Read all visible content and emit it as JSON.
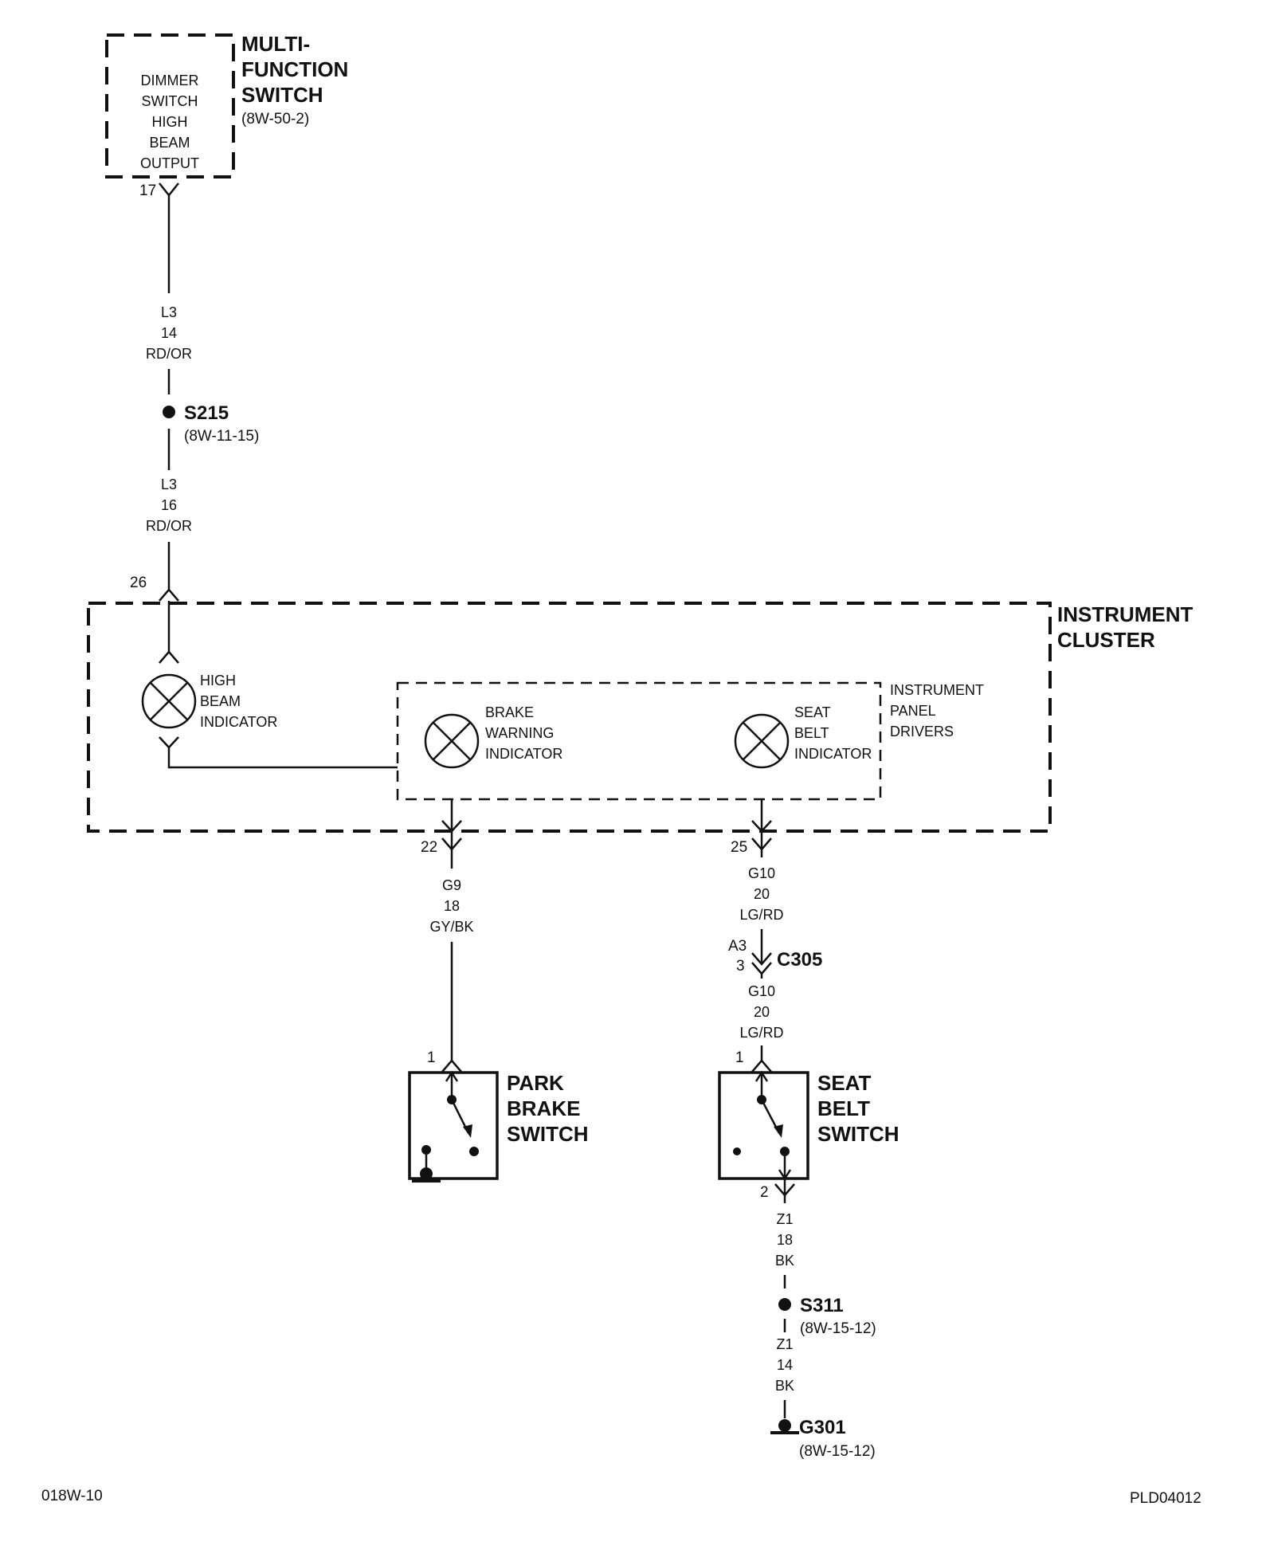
{
  "multi_function_switch": {
    "title_lines": [
      "MULTI-",
      "FUNCTION",
      "SWITCH"
    ],
    "ref": "(8W-50-2)",
    "inner_lines": [
      "DIMMER",
      "SWITCH",
      "HIGH",
      "BEAM",
      "OUTPUT"
    ],
    "pin": "17"
  },
  "wire_l3_upper": {
    "circuit": "L3",
    "gauge": "14",
    "color": "RD/OR"
  },
  "splice_s215": {
    "id": "S215",
    "ref": "(8W-11-15)"
  },
  "wire_l3_lower": {
    "circuit": "L3",
    "gauge": "16",
    "color": "RD/OR"
  },
  "instrument_cluster": {
    "title_lines": [
      "INSTRUMENT",
      "CLUSTER"
    ],
    "pin_in": "26",
    "high_beam_indicator_lines": [
      "HIGH",
      "BEAM",
      "INDICATOR"
    ],
    "panel_drivers_lines": [
      "INSTRUMENT",
      "PANEL",
      "DRIVERS"
    ],
    "brake_warning_lines": [
      "BRAKE",
      "WARNING",
      "INDICATOR"
    ],
    "seat_belt_indicator_lines": [
      "SEAT",
      "BELT",
      "INDICATOR"
    ],
    "pin_brake": "22",
    "pin_seat": "25"
  },
  "wire_g9": {
    "circuit": "G9",
    "gauge": "18",
    "color": "GY/BK"
  },
  "wire_g10_upper": {
    "circuit": "G10",
    "gauge": "20",
    "color": "LG/RD"
  },
  "connector_c305": {
    "id": "C305",
    "pin_a": "A3",
    "pin_b": "3"
  },
  "wire_g10_lower": {
    "circuit": "G10",
    "gauge": "20",
    "color": "LG/RD"
  },
  "park_brake_switch": {
    "title_lines": [
      "PARK",
      "BRAKE",
      "SWITCH"
    ],
    "pin": "1"
  },
  "seat_belt_switch": {
    "title_lines": [
      "SEAT",
      "BELT",
      "SWITCH"
    ],
    "pin_top": "1",
    "pin_bottom": "2"
  },
  "wire_z1_upper": {
    "circuit": "Z1",
    "gauge": "18",
    "color": "BK"
  },
  "splice_s311": {
    "id": "S311",
    "ref": "(8W-15-12)"
  },
  "wire_z1_lower": {
    "circuit": "Z1",
    "gauge": "14",
    "color": "BK"
  },
  "ground_g301": {
    "id": "G301",
    "ref": "(8W-15-12)"
  },
  "footer": {
    "left_code": "018W-10",
    "right_code": "PLD04012"
  }
}
